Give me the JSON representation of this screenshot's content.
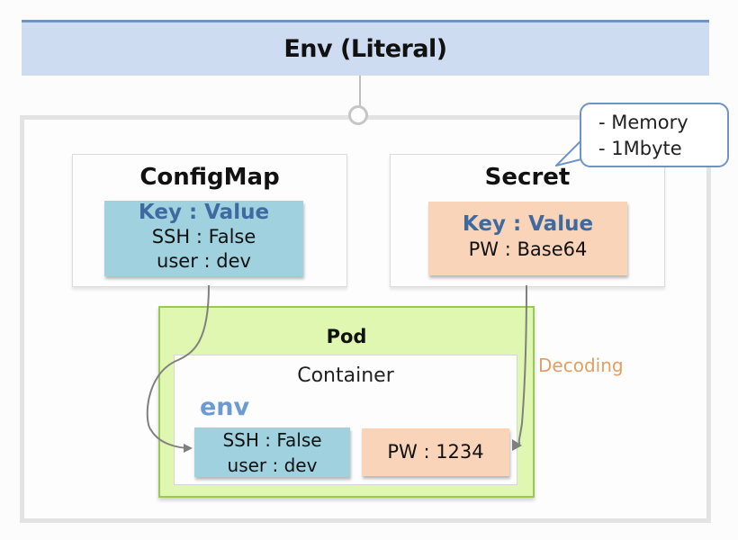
{
  "header": {
    "title": "Env (Literal)"
  },
  "callout": {
    "lines": [
      "- Memory",
      "- 1Mbyte"
    ]
  },
  "configmap": {
    "title": "ConfigMap",
    "kv_header": "Key : Value",
    "entries": [
      "SSH : False",
      "user : dev"
    ]
  },
  "secret": {
    "title": "Secret",
    "kv_header": "Key : Value",
    "entries": [
      "PW : Base64"
    ]
  },
  "pod": {
    "title": "Pod",
    "container": {
      "title": "Container",
      "env_label": "env",
      "env_entries": [
        "SSH : False",
        "user : dev"
      ],
      "secret_entry": "PW : 1234"
    }
  },
  "annotations": {
    "decoding": "Decoding"
  },
  "colors": {
    "header_bg": "#cddcf1",
    "configmap_kv_bg": "#9fd1df",
    "secret_kv_bg": "#f9d4b8",
    "pod_bg": "#dff7b0",
    "pod_border": "#9cc859",
    "kv_header_text": "#3e6aa0",
    "env_text": "#6b9bd1",
    "decoding_text": "#e0a062",
    "callout_border": "#6f93c4"
  }
}
